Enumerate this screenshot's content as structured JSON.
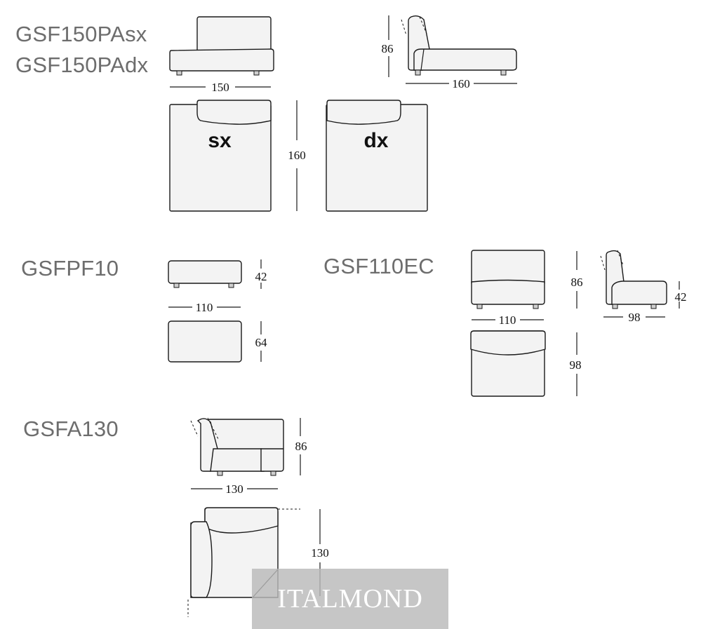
{
  "models": {
    "gsf150pasx": "GSF150PAsx",
    "gsf150padx": "GSF150PAdx",
    "gsfpf10": "GSFPF10",
    "gsf110ec": "GSF110EC",
    "gsfa130": "GSFA130"
  },
  "sides": {
    "sx": "sx",
    "dx": "dx"
  },
  "dimensions": {
    "gsf150pa_front_width": "150",
    "gsf150pa_side_height": "86",
    "gsf150pa_side_depth": "160",
    "gsf150pa_plan_depth": "160",
    "gsfpf10_height": "42",
    "gsfpf10_width": "110",
    "gsfpf10_depth": "64",
    "gsf110ec_height": "86",
    "gsf110ec_width": "110",
    "gsf110ec_seat_height": "42",
    "gsf110ec_side_depth": "98",
    "gsf110ec_plan_depth": "98",
    "gsfa130_height": "86",
    "gsfa130_width": "130",
    "gsfa130_plan_depth": "130"
  },
  "watermark": "ITALMOND"
}
